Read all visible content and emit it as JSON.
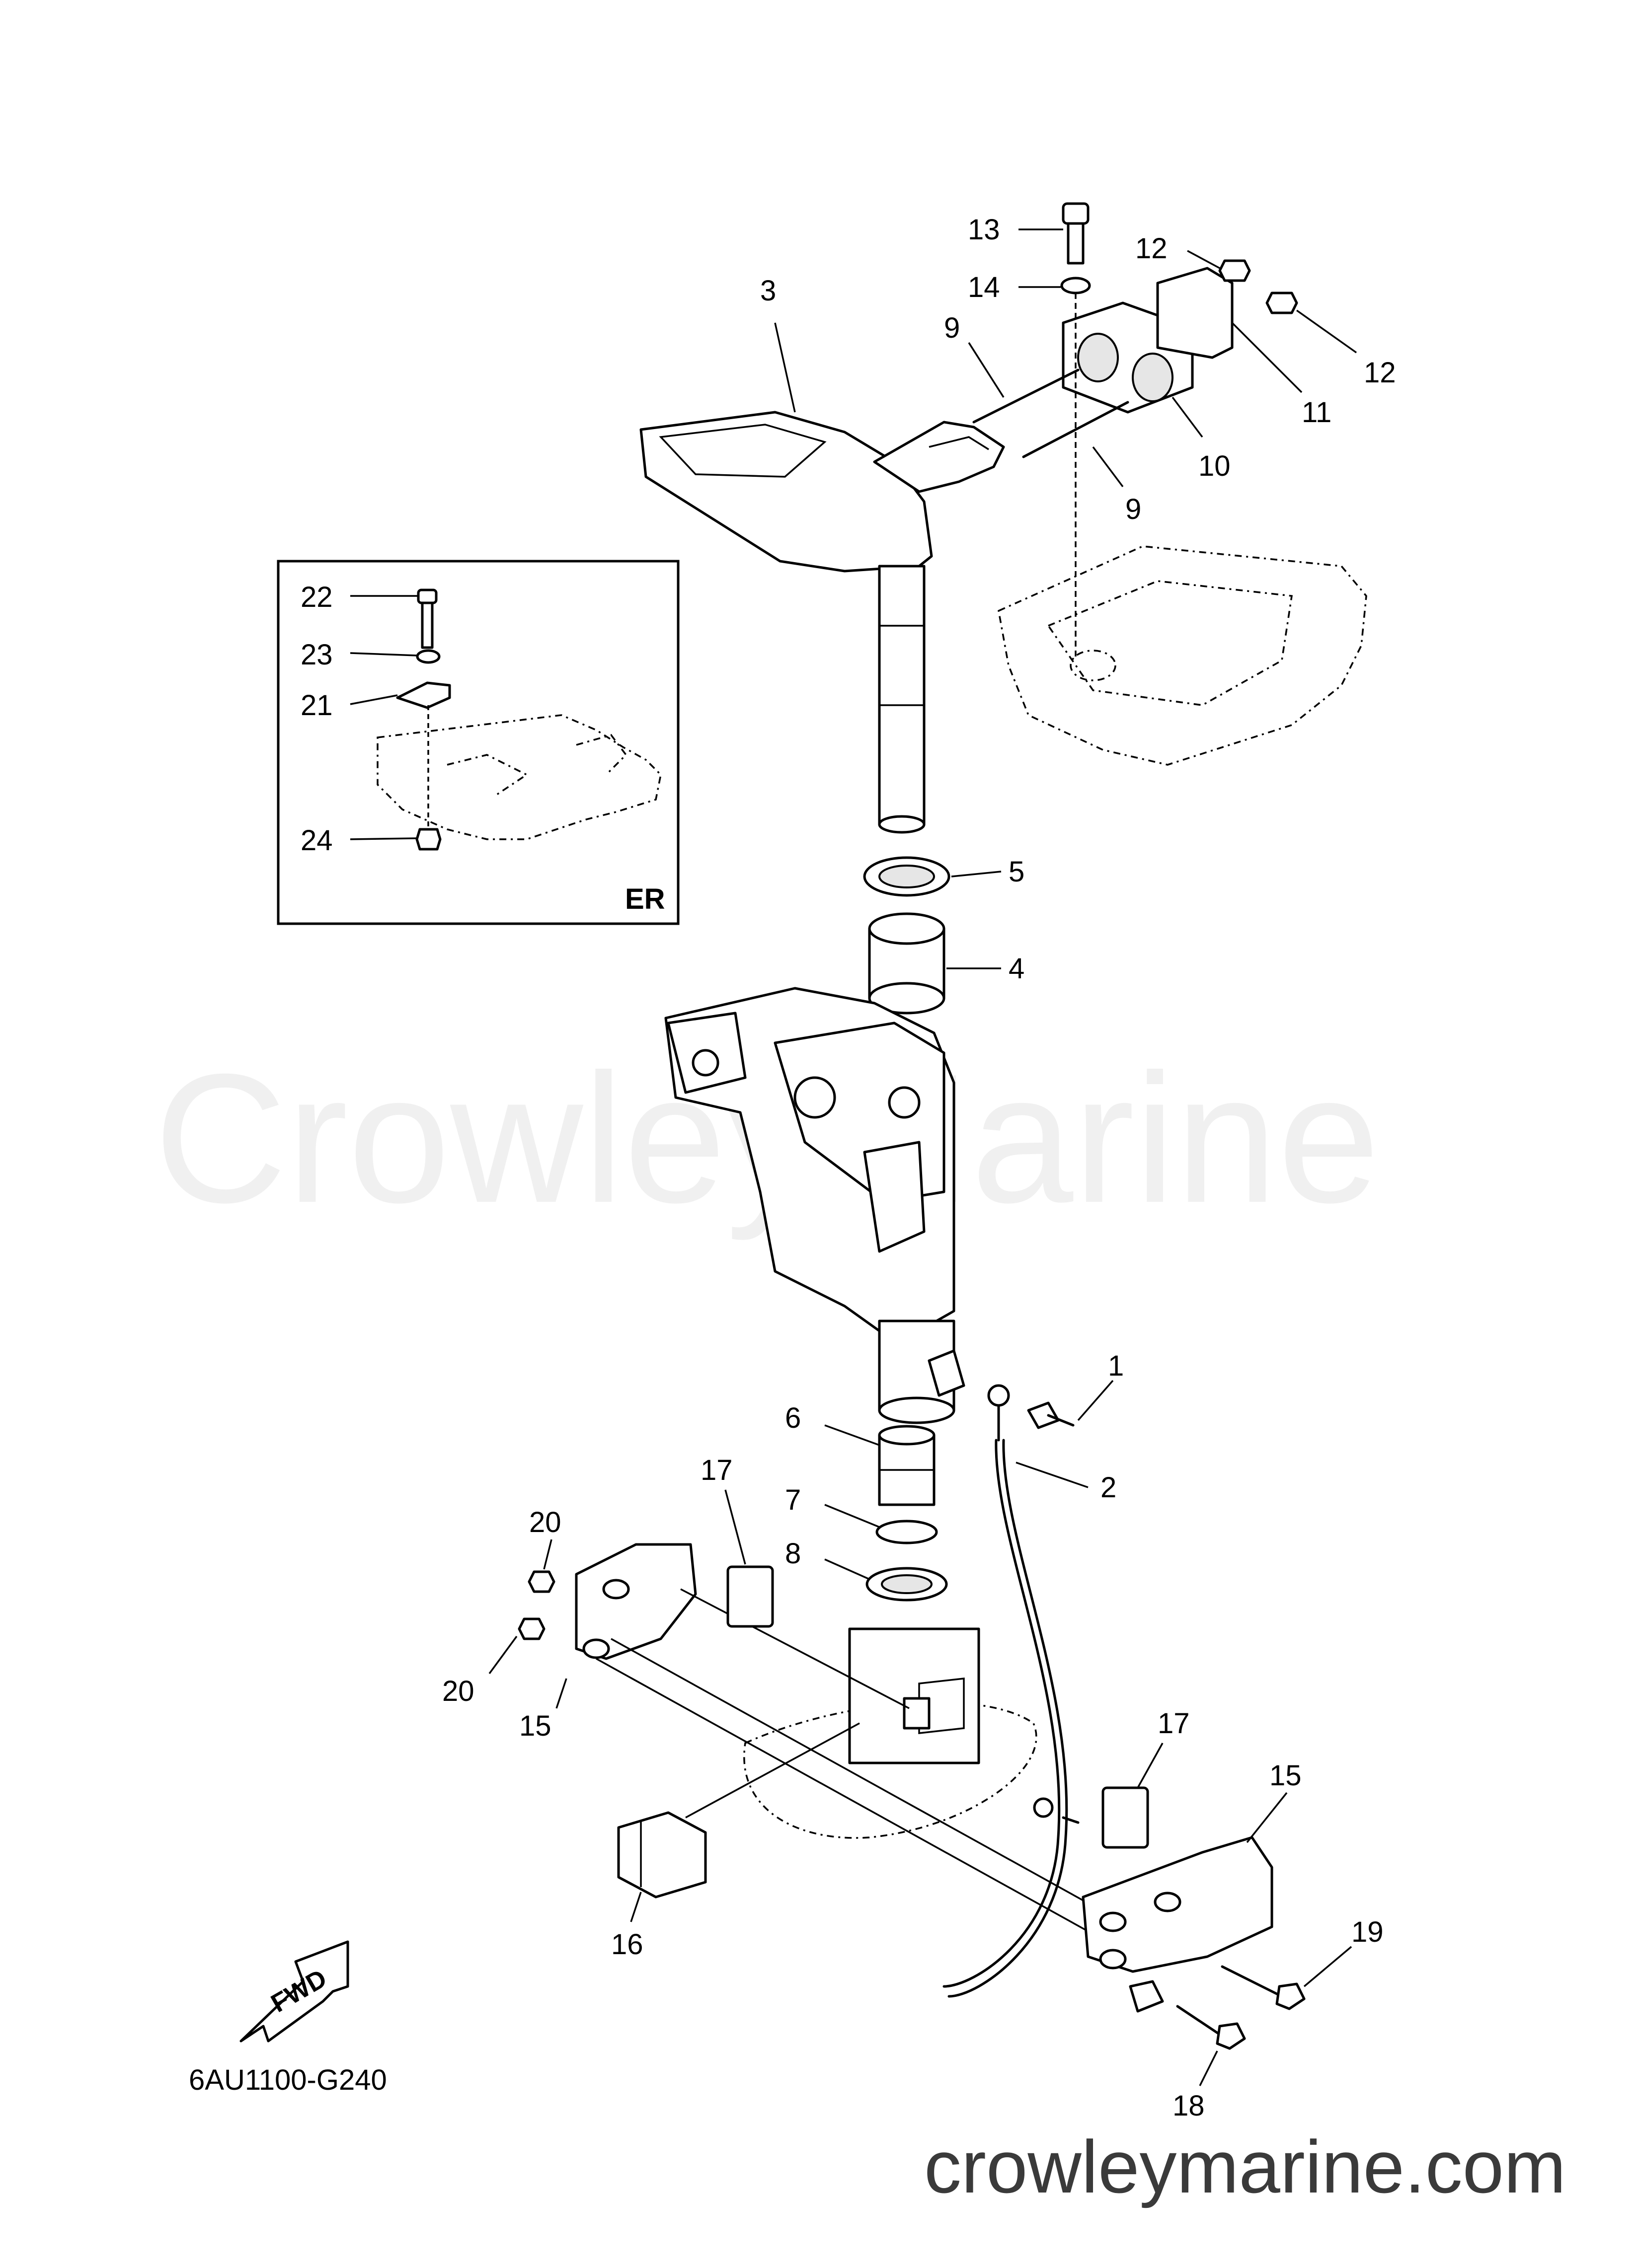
{
  "callouts": {
    "c1": "1",
    "c2": "2",
    "c3": "3",
    "c4": "4",
    "c5": "5",
    "c6": "6",
    "c7": "7",
    "c8": "8",
    "c9a": "9",
    "c9b": "9",
    "c10": "10",
    "c11": "11",
    "c12a": "12",
    "c12b": "12",
    "c13": "13",
    "c14": "14",
    "c15a": "15",
    "c15b": "15",
    "c16": "16",
    "c17a": "17",
    "c17b": "17",
    "c18": "18",
    "c19": "19",
    "c20a": "20",
    "c20b": "20",
    "c21": "21",
    "c22": "22",
    "c23": "23",
    "c24": "24"
  },
  "inset": {
    "tag": "ER"
  },
  "fwd_arrow": {
    "label": "FWD"
  },
  "diagram_code": "6AU1100-G240",
  "watermark": "CrowleyMarine",
  "site_url": "crowleymarine.com",
  "icons": {
    "direction": "fwd-arrow-icon"
  }
}
